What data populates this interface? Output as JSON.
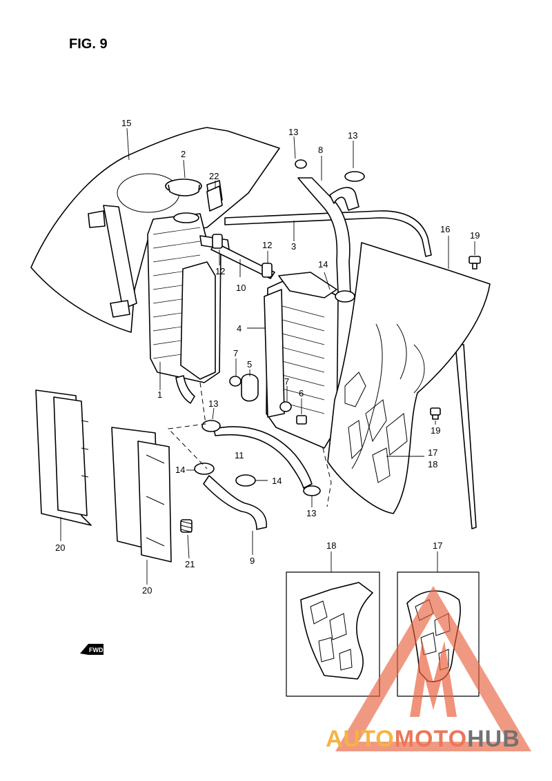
{
  "figure": {
    "title": "FIG. 9"
  },
  "callouts": {
    "c15": "15",
    "c2": "2",
    "c22": "22",
    "c13a": "13",
    "c8": "8",
    "c13b": "13",
    "c3": "3",
    "c16": "16",
    "c19a": "19",
    "c12a": "12",
    "c12b": "12",
    "c10": "10",
    "c14a": "14",
    "c4": "4",
    "c1": "1",
    "c7a": "7",
    "c5": "5",
    "c7b": "7",
    "c6": "6",
    "c13c": "13",
    "c11": "11",
    "c19b": "19",
    "c17a": "17",
    "c18a": "18",
    "c14b": "14",
    "c14c": "14",
    "c13d": "13",
    "c20a": "20",
    "c21": "21",
    "c9": "9",
    "c20b": "20",
    "c18b": "18",
    "c17b": "17"
  },
  "fwd_label": "FWD",
  "watermark": {
    "brand_a": "AUTO",
    "brand_b": "MOTO",
    "brand_c": "HUB",
    "color_primary": "#e8603c",
    "color_secondary": "#f5a623",
    "color_dark": "#5a5a5a"
  }
}
